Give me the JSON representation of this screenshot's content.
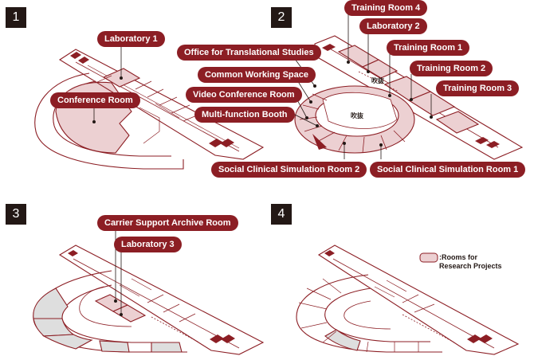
{
  "colors": {
    "wall": "#8c1e24",
    "label_bg": "#8c1e24",
    "room_fill": "#ecd0d2",
    "grey_fill": "#dedede",
    "stair": "#8c1e24"
  },
  "floors": [
    {
      "number": "1",
      "labels": {
        "lab1": "Laboratory 1",
        "conference": "Conference Room"
      }
    },
    {
      "number": "2",
      "labels": {
        "training4": "Training Room 4",
        "lab2": "Laboratory 2",
        "training1": "Training Room 1",
        "office": "Office for Translational Studies",
        "training2": "Training Room 2",
        "common": "Common Working Space",
        "training3": "Training Room 3",
        "video": "Video Conference Room",
        "multi": "Multi-function Booth",
        "social2": "Social Clinical Simulation Room 2",
        "social1": "Social Clinical Simulation Room 1",
        "void": "吹抜"
      }
    },
    {
      "number": "3",
      "labels": {
        "carrier": "Carrier Support Archive Room",
        "lab3": "Laboratory 3"
      }
    },
    {
      "number": "4",
      "labels": {}
    }
  ],
  "legend": {
    "line1": ":Rooms for",
    "line2": "Research Projects"
  }
}
